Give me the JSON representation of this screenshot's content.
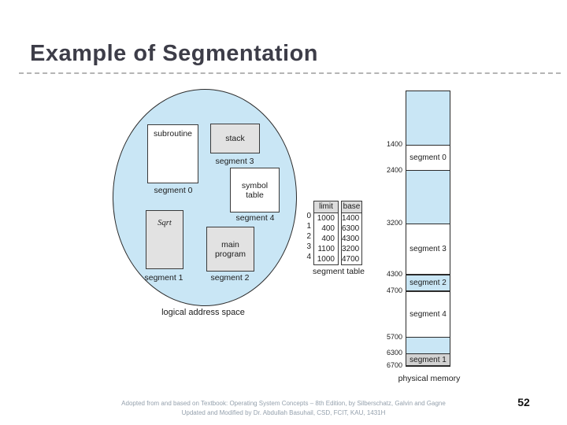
{
  "slide": {
    "title": "Example of Segmentation",
    "page_number": "52",
    "footer_line1": "Adopted from and based on Textbook: Operating System Concepts – 8th Edition, by Silberschatz, Galvin and Gagne",
    "footer_line2": "Updated and Modified by Dr. Abdullah Basuhail, CSD, FCIT, KAU, 1431H"
  },
  "colors": {
    "title": "#3d3d48",
    "light_blue": "#c9e6f5",
    "gray_box": "#e2e2e2",
    "segment1_memory_fill": "#d2d2d2",
    "footer_text": "#95a1ad"
  },
  "logical_space": {
    "caption": "logical address space",
    "boxes": {
      "subroutine": {
        "text": "subroutine",
        "caption": "segment 0"
      },
      "stack": {
        "text": "stack",
        "caption": "segment 3"
      },
      "symbol_table": {
        "text": "symbol table",
        "caption": "segment 4"
      },
      "sqrt": {
        "text": "Sqrt",
        "caption": "segment 1"
      },
      "main_program": {
        "text": "main program",
        "caption": "segment 2"
      }
    }
  },
  "segment_table": {
    "caption": "segment table",
    "columns": [
      "limit",
      "base"
    ],
    "rows": [
      {
        "index": "0",
        "limit": "1000",
        "base": "1400"
      },
      {
        "index": "1",
        "limit": "400",
        "base": "6300"
      },
      {
        "index": "2",
        "limit": "400",
        "base": "4300"
      },
      {
        "index": "3",
        "limit": "1100",
        "base": "3200"
      },
      {
        "index": "4",
        "limit": "1000",
        "base": "4700"
      }
    ]
  },
  "physical_memory": {
    "caption": "physical memory",
    "addresses": [
      "1400",
      "2400",
      "3200",
      "4300",
      "4700",
      "5700",
      "6300",
      "6700"
    ],
    "regions": [
      {
        "kind": "free",
        "label": ""
      },
      {
        "kind": "segment",
        "label": "segment 0"
      },
      {
        "kind": "free",
        "label": ""
      },
      {
        "kind": "segment",
        "label": "segment 3"
      },
      {
        "kind": "segment-blue",
        "label": "segment 2"
      },
      {
        "kind": "segment",
        "label": "segment 4"
      },
      {
        "kind": "free",
        "label": ""
      },
      {
        "kind": "segment-gray",
        "label": "segment 1"
      }
    ]
  }
}
